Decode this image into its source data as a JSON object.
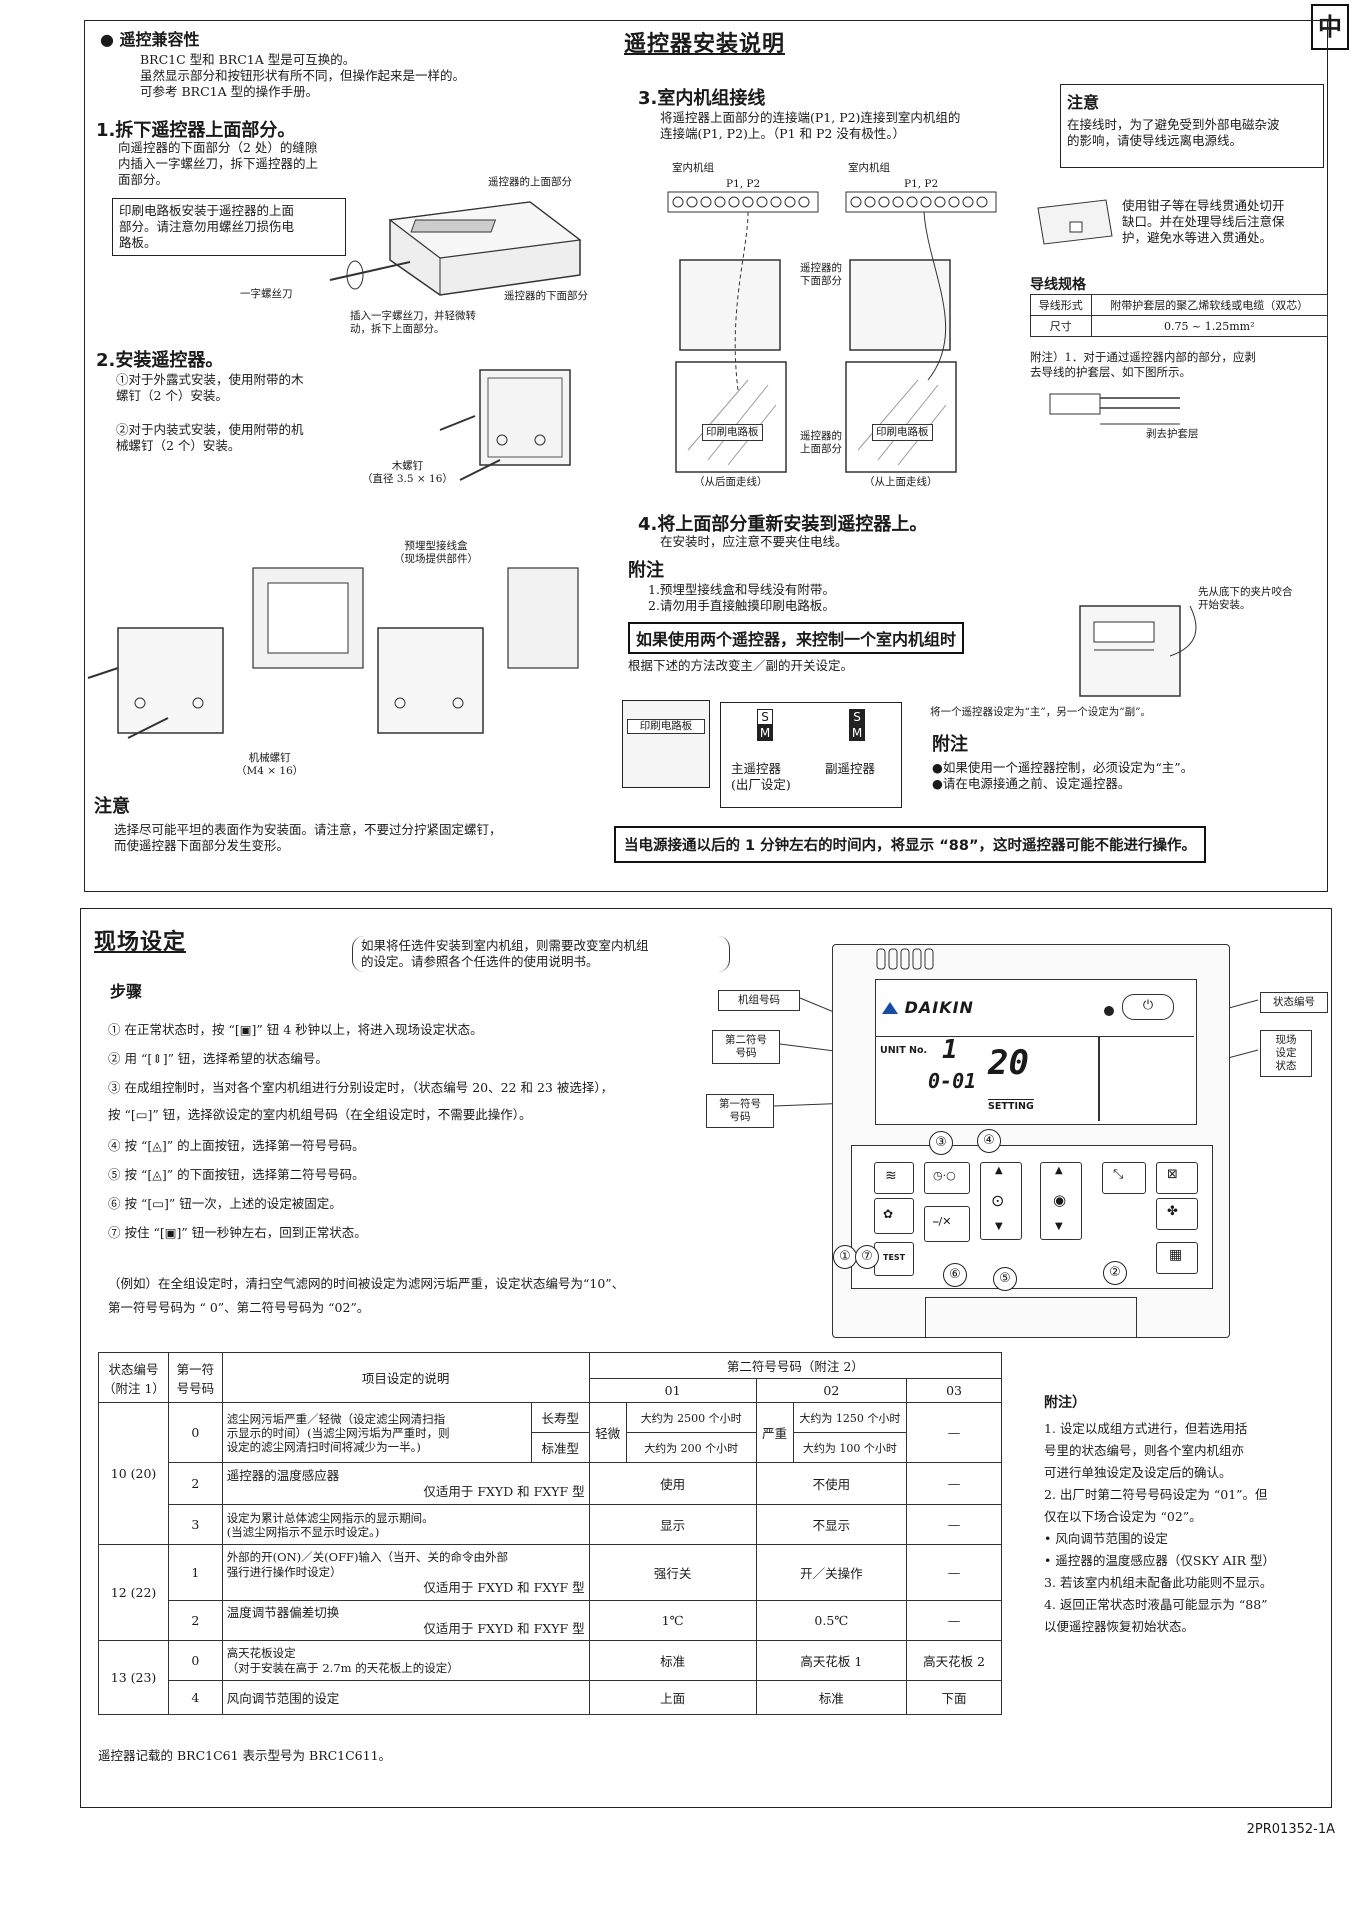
{
  "corner_tab": "中",
  "compat": {
    "title": "遥控兼容性",
    "body": "BRC1C 型和 BRC1A 型是可互换的。\n虽然显示部分和按钮形状有所不同，但操作起来是一样的。\n可参考 BRC1A 型的操作手册。"
  },
  "step1": {
    "title": "1.拆下遥控器上面部分。",
    "body": "向遥控器的下面部分（2 处）的缝隙\n内插入一字螺丝刀，拆下遥控器的上\n面部分。",
    "warn": "印刷电路板安装于遥控器的上面\n部分。请注意勿用螺丝刀损伤电\n路板。",
    "label_upper": "遥控器的上面部分",
    "label_driver": "一字螺丝刀",
    "label_insert": "插入一字螺丝刀，并轻微转\n动，拆下上面部分。",
    "label_lower": "遥控器的下面部分"
  },
  "step2": {
    "title": "2.安装遥控器。",
    "item1": "①对于外露式安装，使用附带的木\n  螺钉（2 个）安装。",
    "item2": "②对于内装式安装，使用附带的机\n  械螺钉（2 个）安装。",
    "wood_screw": "木螺钉\n（直径 3.5 × 16）",
    "junction_box": "预埋型接线盒\n（现场提供部件）",
    "machine_screw": "机械螺钉\n（M4 × 16）"
  },
  "caution_left": {
    "title": "注意",
    "body": "选择尽可能平坦的表面作为安装面。请注意，不要过分拧紧固定螺钉，\n而使遥控器下面部分发生变形。"
  },
  "install": {
    "title": "遥控器安装说明",
    "step3_title": "3.室内机组接线",
    "step3_body": "将遥控器上面部分的连接端(P1, P2)连接到室内机组的\n连接端(P1, P2)上。（P1 和 P2 没有极性。）",
    "indoor_unit_1": "室内机组",
    "indoor_unit_2": "室内机组",
    "p1p2_1": "P1, P2",
    "p1p2_2": "P1, P2",
    "upper_lbl_1": "遥控器的\n下面部分",
    "upper_lbl_2": "遥控器的\n上面部分",
    "pcb_1": "印刷电路板",
    "pcb_2": "印刷电路板",
    "route_back": "（从后面走线）",
    "route_top": "（从上面走线）",
    "note_title": "注意",
    "note_body": "在接线时，为了避免受到外部电磁杂波\n的影响，请使导线远离电源线。",
    "pliers_note": "使用钳子等在导线贯通处切开\n缺口。并在处理导线后注意保\n护，避免水等进入贯通处。",
    "wire_spec_title": "导线规格",
    "wire_type_label": "导线形式",
    "wire_type_value": "附带护套层的聚乙烯软线或电缆（双芯）",
    "wire_size_label": "尺寸",
    "wire_size_value": "0.75 ~ 1.25mm²",
    "wire_note": "附注）1．对于通过遥控器内部的部分，应剥\n       去导线的护套层、如下图所示。",
    "strip_label": "剥去护套层",
    "step4_title": "4.将上面部分重新安装到遥控器上。",
    "step4_body": "在安装时，应注意不要夹住电线。",
    "clip_note": "先从底下的夹片咬合\n开始安装。",
    "fuzhu_title": "附注",
    "fuzhu_body": "1.预埋型接线盒和导线没有附带。\n2.请勿用手直接触摸印刷电路板。",
    "two_rc_title": "如果使用两个遥控器，来控制一个室内机组时",
    "two_rc_body": "根据下述的方法改变主／副的开关设定。",
    "pcb_3": "印刷电路板",
    "switch_s": "S",
    "switch_m": "M",
    "main_rc": "主遥控器\n(出厂设定)",
    "sub_rc": "副遥控器",
    "set_note": "将一个遥控器设定为“主”，另一个设定为“副”。",
    "fuzhu2_title": "附注",
    "fuzhu2_body": "●如果使用一个遥控器控制，必须设定为“主”。\n●请在电源接通之前、设定遥控器。",
    "power_on": "当电源接通以后的 1 分钟左右的时间内，将显示 “88”，这时遥控器可能不能进行操作。"
  },
  "field": {
    "title": "现场设定",
    "intro": "如果将任选件安装到室内机组，则需要改变室内机组\n的设定。请参照各个任选件的使用说明书。",
    "steps_title": "步骤",
    "steps": [
      "① 在正常状态时，按 “[▣]” 钮 4 秒钟以上，将进入现场设定状态。",
      "② 用 “[⇕]” 钮，选择希望的状态编号。",
      "③ 在成组控制时，当对各个室内机组进行分别设定时，（状态编号 20、22 和 23 被选择），",
      "     按 “[▭]” 钮，选择欲设定的室内机组号码（在全组设定时，不需要此操作）。",
      "④ 按 “[◬]” 的上面按钮，选择第一符号号码。",
      "⑤ 按 “[◬]” 的下面按钮，选择第二符号号码。",
      "⑥ 按 “[▭]” 钮一次，上述的设定被固定。",
      "⑦ 按住 “[▣]” 钮一秒钟左右，回到正常状态。"
    ],
    "example": "（例如）在全组设定时，清扫空气滤网的时间被设定为滤网污垢严重，设定状态编号为“10”、\n         第一符号号码为 “ 0”、第二符号号码为 “02”。",
    "callout_unit": "机组号码",
    "callout_second": "第二符号\n号码",
    "callout_first": "第一符号\n号码",
    "callout_state": "状态编号",
    "callout_field": "现场\n设定\n状态",
    "brand": "DAIKIN",
    "lcd_unit_label": "UNIT No.",
    "lcd_unit_value": "1",
    "lcd_code": "0-01",
    "lcd_state": "20",
    "lcd_setting": "SETTING",
    "test_label": "TEST",
    "markers": [
      "①",
      "②",
      "③",
      "④",
      "⑤",
      "⑥",
      "⑦"
    ]
  },
  "table": {
    "h_state": "状态编号\n（附注 1）",
    "h_first": "第一符\n号号码",
    "h_desc": "项目设定的说明",
    "h_second": "第二符号号码（附注 2）",
    "h_01": "01",
    "h_02": "02",
    "h_03": "03",
    "rows": {
      "s1020": "10 (20)",
      "s1222": "12 (22)",
      "s1323": "13 (23)",
      "r0_code": "0",
      "r0_desc": "滤尘网污垢严重／轻微（设定滤尘网清扫指\n示显示的时间）(当滤尘网污垢为严重时，则\n设定的滤尘网清扫时间将减少为一半。)",
      "r0_long": "长寿型",
      "r0_std": "标准型",
      "r0_light": "轻微",
      "r0_01a": "大约为 2500 个小时",
      "r0_01b": "大约为 200 个小时",
      "r0_heavy": "严重",
      "r0_02a": "大约为 1250 个小时",
      "r0_02b": "大约为 100 个小时",
      "dash": "—",
      "r2_code": "2",
      "r2_desc": "遥控器的温度感应器",
      "r2_only": "仅适用于 FXYD 和 FXYF 型",
      "r2_01": "使用",
      "r2_02": "不使用",
      "r3_code": "3",
      "r3_desc": "设定为累计总体滤尘网指示的显示期间。\n(当滤尘网指示不显示时设定。)",
      "r3_01": "显示",
      "r3_02": "不显示",
      "r4_code": "1",
      "r4_desc": "外部的开(ON)／关(OFF)输入（当开、关的命令由外部\n强行进行操作时设定）",
      "r4_only": "仅适用于 FXYD 和 FXYF 型",
      "r4_01": "强行关",
      "r4_02": "开／关操作",
      "r5_code": "2",
      "r5_desc": "温度调节器偏差切换",
      "r5_only": "仅适用于 FXYD 和 FXYF 型",
      "r5_01": "1℃",
      "r5_02": "0.5℃",
      "r6_code": "0",
      "r6_desc": "高天花板设定\n（对于安装在高于 2.7m 的天花板上的设定）",
      "r6_01": "标准",
      "r6_02": "高天花板 1",
      "r6_03": "高天花板 2",
      "r7_code": "4",
      "r7_desc": "风向调节范围的设定",
      "r7_01": "上面",
      "r7_02": "标准",
      "r7_03": "下面"
    },
    "footnote": "遥控器记载的 BRC1C61 表示型号为 BRC1C611。"
  },
  "notes": {
    "title": "附注）",
    "body": "1. 设定以成组方式进行，但若选用括\n   号里的状态编号，则各个室内机组亦\n   可进行单独设定及设定后的确认。\n2. 出厂时第二符号号码设定为 “01”。但\n   仅在以下场合设定为 “02”。\n   • 风向调节范围的设定\n   • 遥控器的温度感应器（仅SKY AIR 型）\n3. 若该室内机组未配备此功能则不显示。\n4. 返回正常状态时液晶可能显示为 “88”\n   以便遥控器恢复初始状态。"
  },
  "doc_code": "2PR01352-1A"
}
